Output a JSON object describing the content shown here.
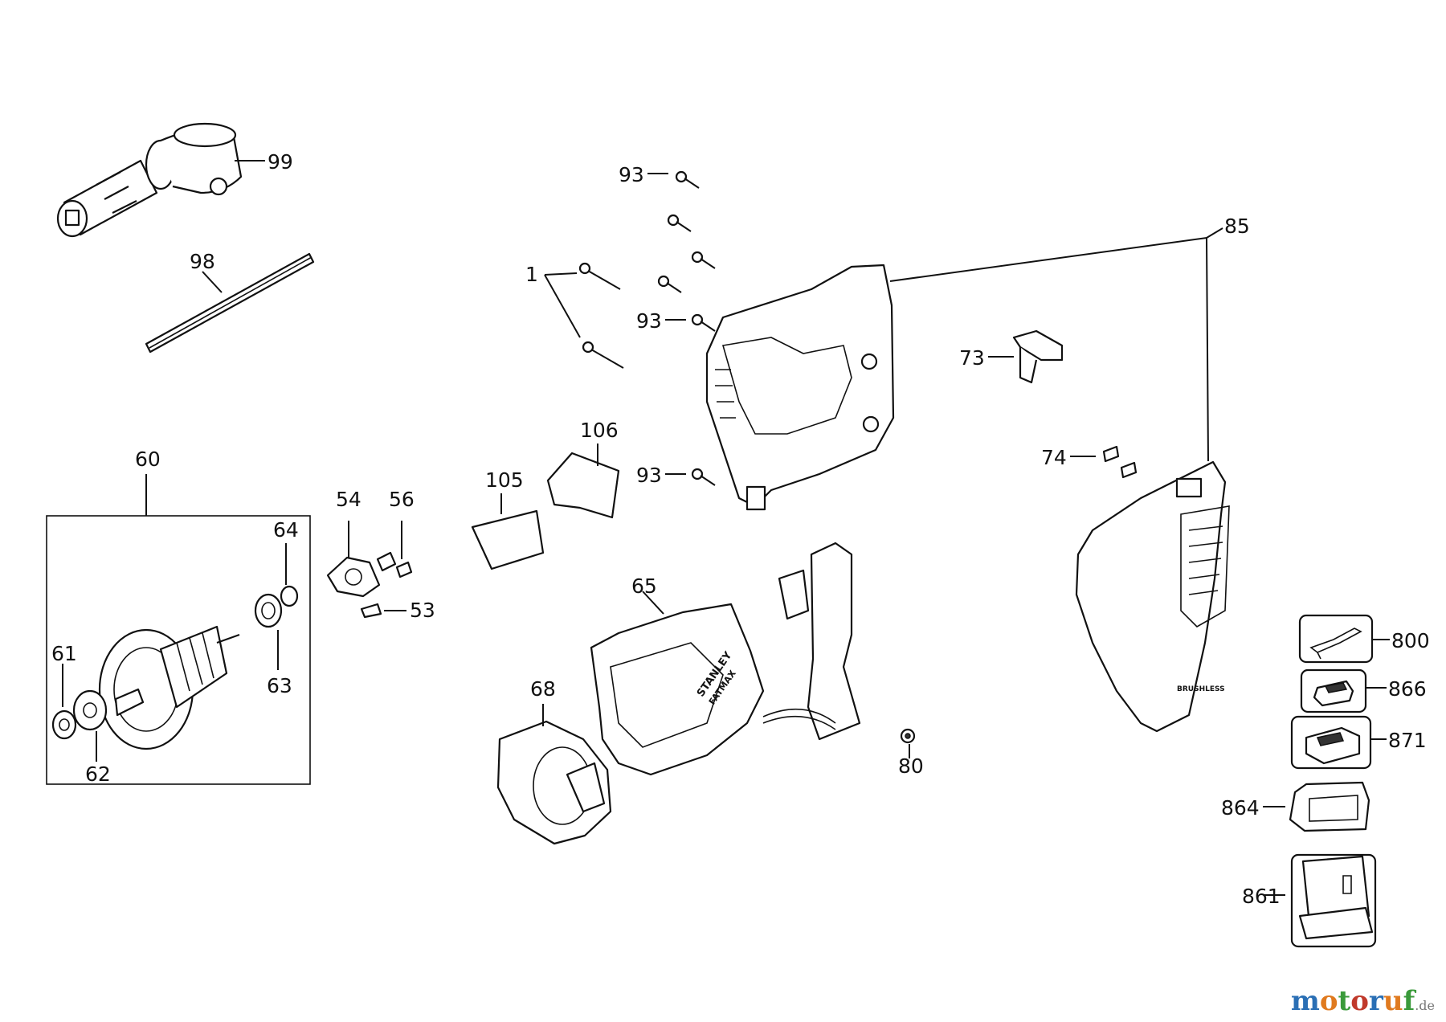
{
  "labels": {
    "l99": "99",
    "l98": "98",
    "l93a": "93",
    "l93b": "93",
    "l93c": "93",
    "l1": "1",
    "l85": "85",
    "l73": "73",
    "l74": "74",
    "l106": "106",
    "l105": "105",
    "l60": "60",
    "l64": "64",
    "l61": "61",
    "l63": "63",
    "l62": "62",
    "l54": "54",
    "l56": "56",
    "l53": "53",
    "l65": "65",
    "l68": "68",
    "l80": "80",
    "l800": "800",
    "l866": "866",
    "l871": "871",
    "l864": "864",
    "l861": "861"
  },
  "watermark": {
    "text_main": "motoruf",
    "suffix": ".de",
    "colors": [
      "#2a6fb5",
      "#e07a1f",
      "#3a9a3a",
      "#c0392b",
      "#2a6fb5",
      "#e07a1f",
      "#3a9a3a"
    ]
  },
  "embossed_text": {
    "brand1": "STANLEY",
    "brand2": "FATMAX",
    "brushless": "BRUSHLESS"
  }
}
